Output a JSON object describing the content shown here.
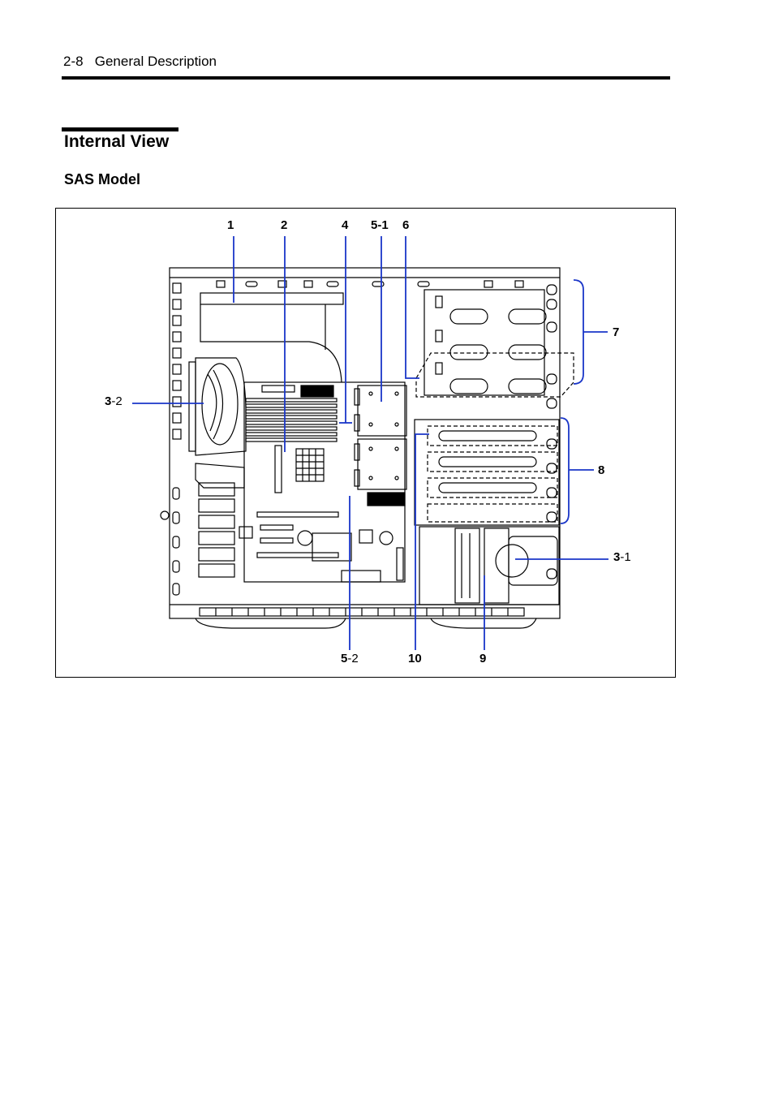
{
  "header": {
    "page_number": "2-8",
    "chapter_title": "General Description"
  },
  "section": {
    "title": "Internal View",
    "subtitle": "SAS Model"
  },
  "figure": {
    "callouts": [
      {
        "id": "c1",
        "main": "1",
        "sub": ""
      },
      {
        "id": "c2",
        "main": "2",
        "sub": ""
      },
      {
        "id": "c4",
        "main": "4",
        "sub": ""
      },
      {
        "id": "c5-1",
        "main": "5-1",
        "sub": ""
      },
      {
        "id": "c6",
        "main": "6",
        "sub": ""
      },
      {
        "id": "c7",
        "main": "7",
        "sub": ""
      },
      {
        "id": "c3-2",
        "main": "3",
        "sub": "-2"
      },
      {
        "id": "c8",
        "main": "8",
        "sub": ""
      },
      {
        "id": "c3-1",
        "main": "3",
        "sub": "-1"
      },
      {
        "id": "c5-2",
        "main": "5",
        "sub": "-2"
      },
      {
        "id": "c10",
        "main": "10",
        "sub": ""
      },
      {
        "id": "c9",
        "main": "9",
        "sub": ""
      }
    ],
    "leader_color": "#1a36c8"
  }
}
